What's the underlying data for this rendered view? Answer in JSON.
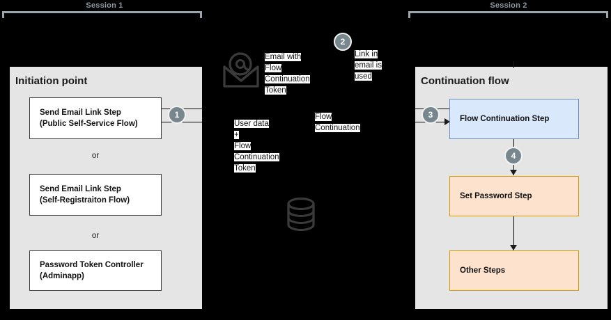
{
  "diagram": {
    "title_hidden": "",
    "sessions": [
      {
        "label": "Session 1"
      },
      {
        "label": "Session 2"
      }
    ],
    "panels": [
      {
        "title": "Initiation point"
      },
      {
        "title": "Continuation flow"
      }
    ],
    "left_steps": [
      {
        "line1": "Send Email Link Step",
        "line2": "(Public Self-Service Flow)"
      },
      {
        "line1": "Send Email Link Step",
        "line2": "(Self-Registraiton Flow)"
      },
      {
        "line1": "Password Token Controller",
        "line2": "(Adminapp)"
      }
    ],
    "or_labels": [
      "or",
      "or"
    ],
    "right_steps": [
      {
        "label": "Flow Continuation Step",
        "style": "blue"
      },
      {
        "label": "Set Password Step",
        "style": "orange"
      },
      {
        "label": "Other Steps",
        "style": "orange"
      }
    ],
    "notes": [
      {
        "id": "email-note",
        "lines": [
          "Email with",
          "Flow",
          "Continuation",
          "Token"
        ]
      },
      {
        "id": "link-used-note",
        "lines": [
          "Link in",
          "email is",
          "used"
        ]
      },
      {
        "id": "user-data-note",
        "lines": [
          "User data",
          "+",
          "Flow",
          "Continuation",
          "Token"
        ]
      },
      {
        "id": "flow-continuation-note",
        "lines": [
          "Flow",
          "Continuation"
        ]
      }
    ],
    "step_markers": [
      {
        "number": "1"
      },
      {
        "number": "2"
      },
      {
        "number": "3"
      },
      {
        "number": "4"
      }
    ],
    "icons": [
      {
        "name": "email-at-icon"
      },
      {
        "name": "database-icon"
      }
    ],
    "colors": {
      "background": "#000000",
      "panel": "#e5e5e5",
      "box_blue_fill": "#dae8fc",
      "box_blue_border": "#6c8ebf",
      "box_orange_fill": "#fde3cd",
      "box_orange_border": "#d79b00",
      "marker_circle": "#77878d",
      "bracket": "#9aa6ac",
      "session_text": "#8e9aa0"
    }
  }
}
